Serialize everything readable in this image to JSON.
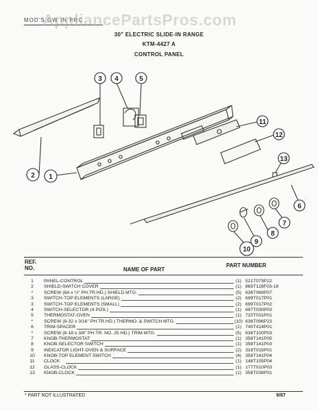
{
  "header": {
    "model_label": "MOD’S GW IN PRC",
    "watermark": "AppliancePartsPros.com"
  },
  "titles": {
    "line1": "30\" ELECTRIC SLIDE-IN RANGE",
    "line2": "KTM-4427 A",
    "line3": "CONTROL PANEL"
  },
  "callouts": [
    "1",
    "2",
    "3",
    "4",
    "5",
    "6",
    "7",
    "8",
    "9",
    "10",
    "11",
    "12",
    "13"
  ],
  "table": {
    "col_ref": [
      "REF.",
      "NO."
    ],
    "col_name": "NAME OF PART",
    "col_part": "PART NUMBER",
    "rows": [
      {
        "ref": "1",
        "name": "PANEL-CONTROL",
        "qty": "(1)",
        "part": "521T073P22"
      },
      {
        "ref": "2",
        "name": "SHIELD-SWITCH COVER",
        "qty": "(1)",
        "part": "865T128F03-18"
      },
      {
        "ref": "*",
        "name": "SCREW (8A x ½\" PH.TR.HD.) SHIELD MTG.",
        "qty": "(5)",
        "part": "636T069P07"
      },
      {
        "ref": "3",
        "name": "SWITCH-TOP ELEMENTS (LARGE)",
        "qty": "(2)",
        "part": "699T017P01"
      },
      {
        "ref": "3",
        "name": "SWITCH-TOP ELEMENTS (SMALL)",
        "qty": "(2)",
        "part": "699T017P02"
      },
      {
        "ref": "4",
        "name": "SWITCH-SELECTOR (4 POS.)",
        "qty": "(1)",
        "part": "697T030P03"
      },
      {
        "ref": "5",
        "name": "THERMOSTAT-OVEN",
        "qty": "(1)",
        "part": "720T031P01"
      },
      {
        "ref": "*",
        "name": "SCREW (8-32 x 3/16\" PH.TR.HD.) THERMO. & SWITCH MTG.",
        "qty": "(10)",
        "part": "636T096P23"
      },
      {
        "ref": "6",
        "name": "TRIM-SPACER",
        "qty": "(1)",
        "part": "740T414P01"
      },
      {
        "ref": "*",
        "name": "SCREW (8-18 x 3/8\" PH.TR. NO. 25 HD.) TRIM MTG.",
        "qty": "(5)",
        "part": "636T100P03"
      },
      {
        "ref": "7",
        "name": "KNOB-THERMOSTAT",
        "qty": "(1)",
        "part": "358T141P05"
      },
      {
        "ref": "8",
        "name": "KNOB-SELECTOR SWITCH",
        "qty": "(1)",
        "part": "358T141P03"
      },
      {
        "ref": "9",
        "name": "INDICATOR LIGHT-OVEN & SURFACE",
        "qty": "(2)",
        "part": "318T015P01"
      },
      {
        "ref": "10",
        "name": "KNOB-TOP ELEMENT SWITCH",
        "qty": "(4)",
        "part": "358T141P04"
      },
      {
        "ref": "11",
        "name": "CLOCK",
        "qty": "(1)",
        "part": "148T155P04"
      },
      {
        "ref": "12",
        "name": "GLASS-CLOCK",
        "qty": "(1)",
        "part": "177T010P03"
      },
      {
        "ref": "13",
        "name": "KNOB-CLOCK",
        "qty": "(1)",
        "part": "358T038P01"
      }
    ]
  },
  "footnote": "* PART NOT ILLUSTRATED",
  "date": "9/87"
}
